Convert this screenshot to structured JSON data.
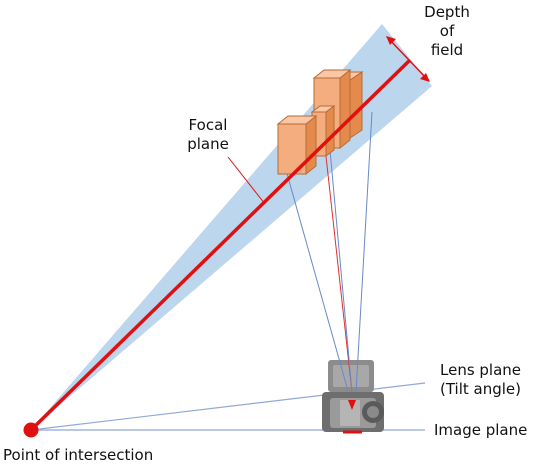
{
  "labels": {
    "depth_line1": "Depth",
    "depth_line2": "of",
    "depth_line3": "field",
    "focal_line1": "Focal",
    "focal_line2": "plane",
    "lens_line1": "Lens plane",
    "lens_line2": "(Tilt angle)",
    "image_plane": "Image plane",
    "intersection": "Point of intersection"
  },
  "colors": {
    "focal_plane": "#e01010",
    "depth_of_field": "#bcd6ee",
    "planes": "#8fa8d8",
    "box_front": "#f4ad7e",
    "box_side": "#e48a4c",
    "box_top": "#f8c8a6",
    "box_edge": "#b86a34"
  }
}
